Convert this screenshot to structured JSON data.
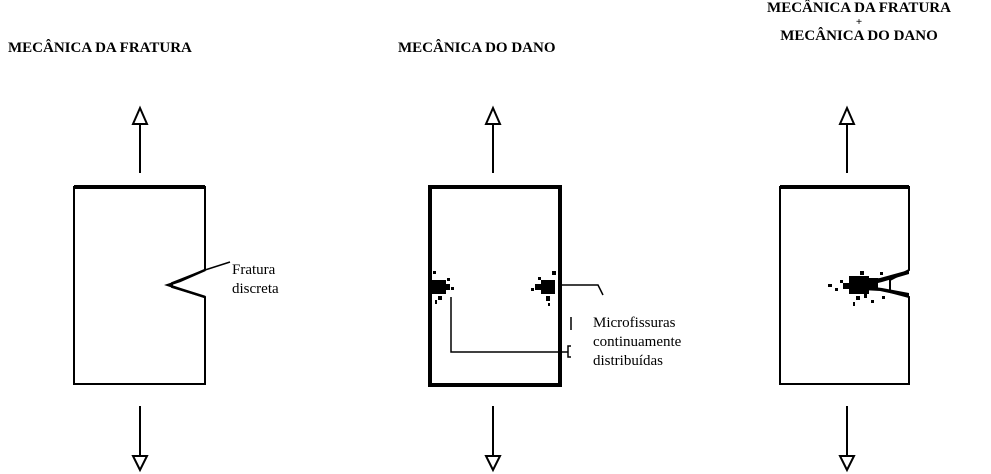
{
  "panels": [
    {
      "title": "MECÂNICA DA FRATURA",
      "label_lines": [
        "Fratura",
        "discreta"
      ]
    },
    {
      "title": "MECÂNICA DO DANO",
      "label_lines": [
        "Microfissuras",
        "continuamente",
        "distribuídas"
      ]
    },
    {
      "title_lines": [
        "MECÂNICA DA FRATURA",
        "+",
        "MECÂNICA DO DANO"
      ]
    }
  ]
}
